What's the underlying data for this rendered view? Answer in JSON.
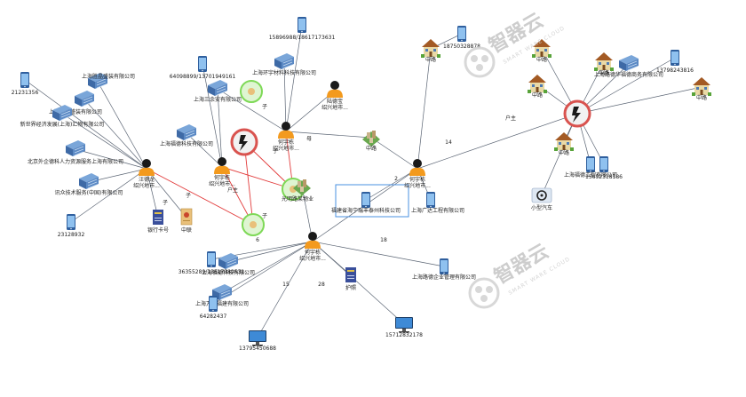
{
  "watermark": {
    "brand": "智器云",
    "sub": "SMART WARE CLOUD"
  },
  "colors": {
    "person": "#f39a1e",
    "edge": "#5a6473",
    "red_edge": "#e23b3b",
    "phone": "#3c7cc9",
    "building": "#4f7db8",
    "highlight": "#7ed957",
    "alert": "#d9534f"
  },
  "nodes": {
    "p_wang": "汪德龙\n绍兴地市...",
    "p_ci": "何宇栋\n绍兴地市...",
    "p_center": "何宇栋\n绍兴地市...",
    "p_top": "何宇栋\n绍兴地市...",
    "p_right": "何宇栋\n绍兴地市...",
    "p_ji": "陆德宝\n绍兴地市...",
    "c_1": "上海胜晶盛装有限公司",
    "c_2": "上海恒晶盛装有限公司",
    "c_3": "新世界经济发展(上海)汇物有限公司",
    "c_4": "北京外企德科人力资源服务上海有限公司",
    "c_5": "讯众技术服务(中国)有限公司",
    "c_6": "上海环宇材料科技有限公司",
    "c_7": "上海三余安有限公司",
    "c_8": "上海福德科技有限公司",
    "c_9": "光明路某物业",
    "c_10": "福建省海宁瑞丰泰州科技公司",
    "c_11": "上海广达工程有限公司",
    "c_12": "上海福德科技有限公司",
    "c_13": "上海万安福建有限公司",
    "c_14": "上海路德企业管理有限公司",
    "c_15": "上海路德华福德商务有限公司",
    "c_16": "上海福德工程有限公司",
    "phone_1": "18750328878",
    "phone_2": "13798243816",
    "phone_3": "15692318186",
    "phone_4": "21231356",
    "phone_5": "23128932",
    "phone_6": "64282437",
    "phone_7": "13795450688",
    "phone_8": "15712832178",
    "phone_9": "36355289/13617389531",
    "phone_10": "64098899/13701949161",
    "phone_11": "15896988/18617173631",
    "addr_1": "中路",
    "addr_2": "中路",
    "addr_3": "中路",
    "addr_4": "中路",
    "addr_5": "中路",
    "house_1": "中路",
    "house_2": "中路",
    "car": "小型汽车",
    "bank": "银行卡号",
    "passport": "护照",
    "jiyu": "中联"
  },
  "edges": {
    "e_1": "子",
    "e_2": "子",
    "e_3": "子",
    "e_4": "子",
    "e_5": "户主",
    "e_6": "户主",
    "e_7": "14",
    "e_8": "6",
    "e_9": "15",
    "e_10": "18",
    "e_11": "28",
    "e_12": "2",
    "e_13": "子",
    "e_14": "母"
  }
}
